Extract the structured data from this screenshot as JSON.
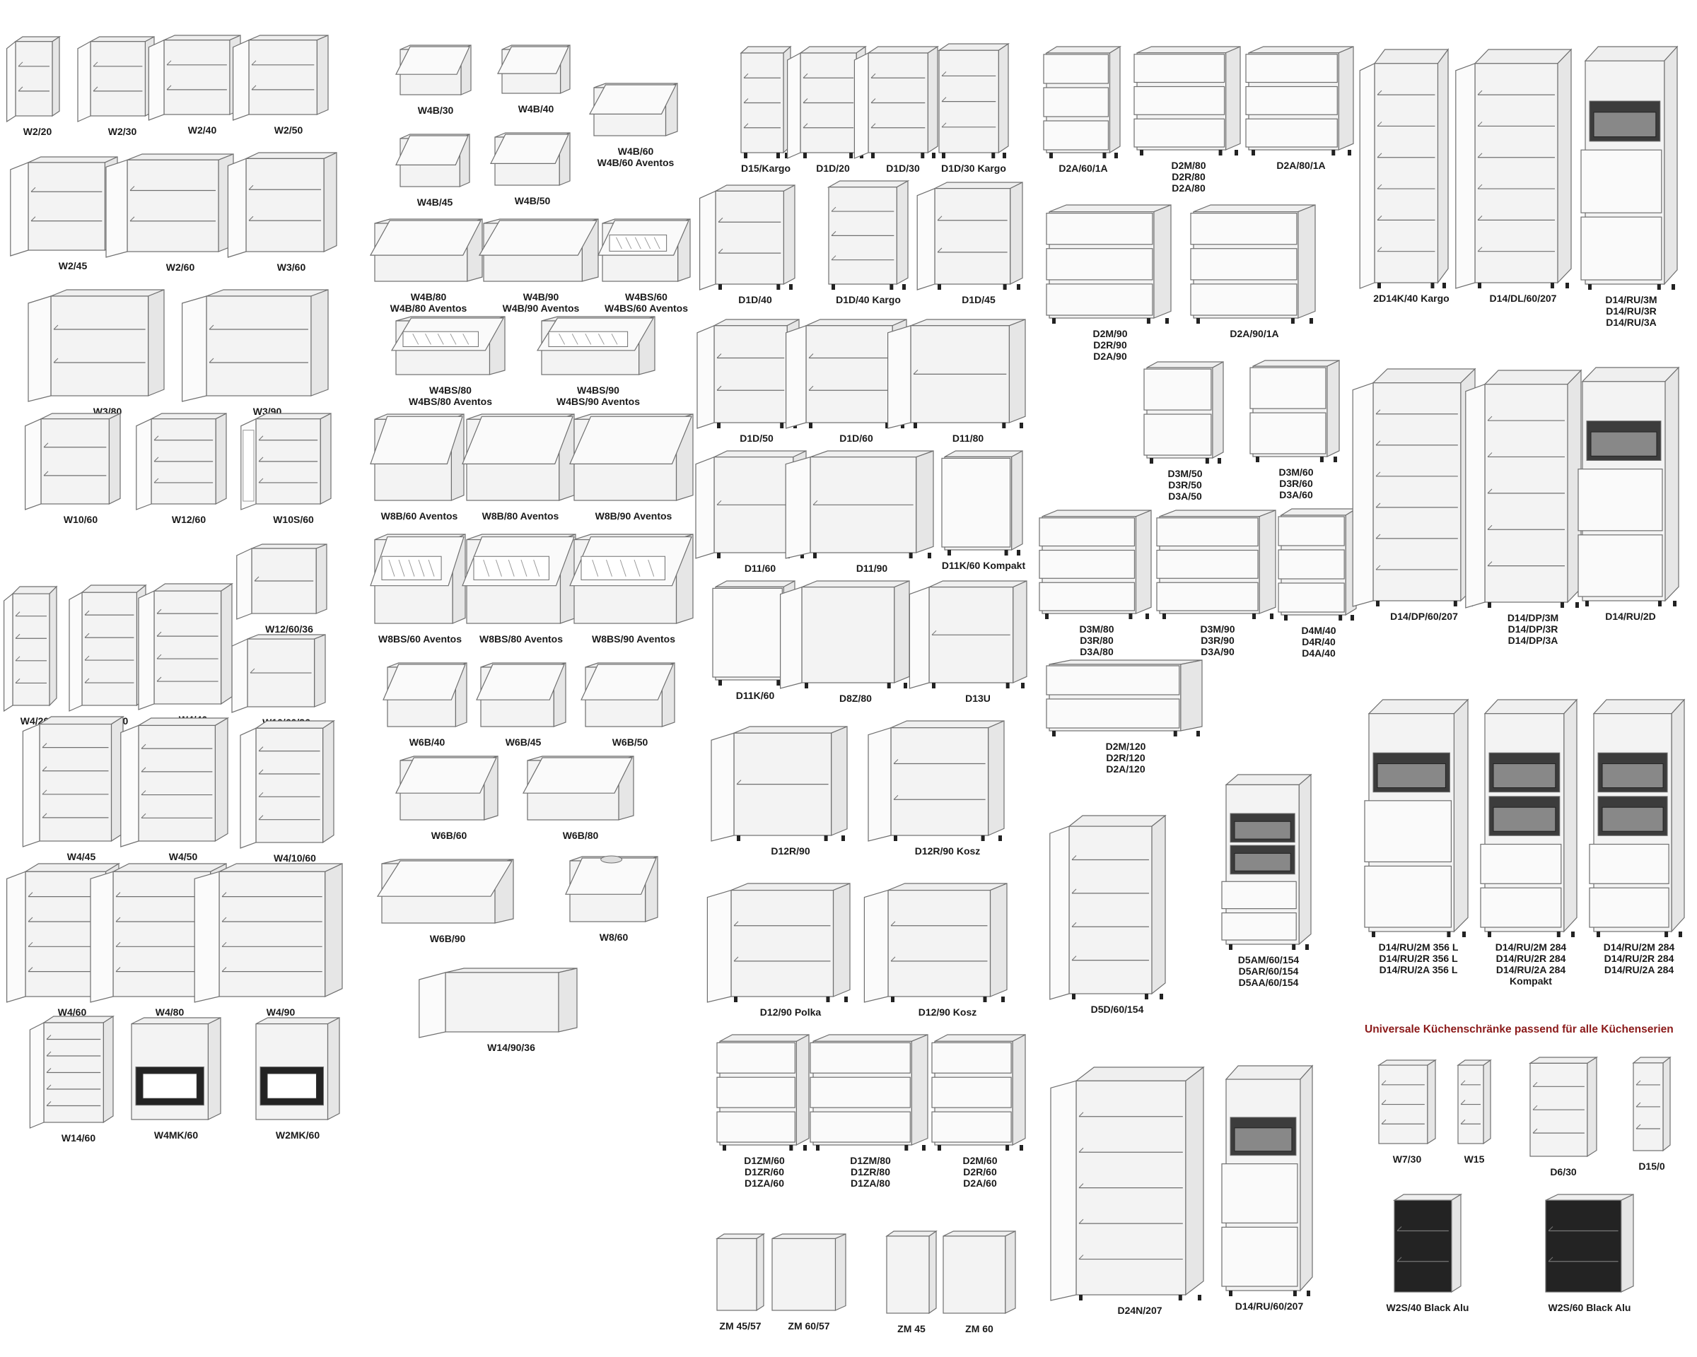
{
  "headline": "Universale Küchenschränke passend für alle Küchenserien",
  "colors": {
    "line": "#6f6f6f",
    "panel": "#f3f3f3",
    "side": "#e6e6e6",
    "top": "#efefef",
    "dark": "#232323",
    "oven": "#3c3c3c",
    "heading": "#8b1a1a"
  },
  "items": [
    {
      "id": "W2/20",
      "lines": [
        "W2/20"
      ],
      "kind": "wall-shelf"
    },
    {
      "id": "W2/30",
      "lines": [
        "W2/30"
      ],
      "kind": "wall-shelf"
    },
    {
      "id": "W2/40",
      "lines": [
        "W2/40"
      ],
      "kind": "wall-shelf"
    },
    {
      "id": "W2/50",
      "lines": [
        "W2/50"
      ],
      "kind": "wall-shelf"
    },
    {
      "id": "W2/45",
      "lines": [
        "W2/45"
      ],
      "kind": "wall-shelf"
    },
    {
      "id": "W2/60",
      "lines": [
        "W2/60"
      ],
      "kind": "wall-shelf"
    },
    {
      "id": "W3/60",
      "lines": [
        "W3/60"
      ],
      "kind": "wall-shelf"
    },
    {
      "id": "W3/80",
      "lines": [
        "W3/80"
      ],
      "kind": "wall-shelf"
    },
    {
      "id": "W3/90",
      "lines": [
        "W3/90"
      ],
      "kind": "wall-shelf"
    },
    {
      "id": "W10/60",
      "lines": [
        "W10/60"
      ],
      "kind": "corner"
    },
    {
      "id": "W12/60",
      "lines": [
        "W12/60"
      ],
      "kind": "corner"
    },
    {
      "id": "W10S/60",
      "lines": [
        "W10S/60"
      ],
      "kind": "corner"
    },
    {
      "id": "W12/60/36",
      "lines": [
        "W12/60/36"
      ],
      "kind": "corner"
    },
    {
      "id": "W10/60/36",
      "lines": [
        "W10/60/36"
      ],
      "kind": "corner"
    },
    {
      "id": "W4/20",
      "lines": [
        "W4/20"
      ],
      "kind": "wall-shelf"
    },
    {
      "id": "W4/30",
      "lines": [
        "W4/30"
      ],
      "kind": "wall-shelf"
    },
    {
      "id": "W4/40",
      "lines": [
        "W4/40"
      ],
      "kind": "wall-shelf"
    },
    {
      "id": "W4/45",
      "lines": [
        "W4/45"
      ],
      "kind": "wall-shelf"
    },
    {
      "id": "W4/50",
      "lines": [
        "W4/50"
      ],
      "kind": "wall-shelf"
    },
    {
      "id": "W4/10/60",
      "lines": [
        "W4/10/60"
      ],
      "kind": "corner"
    },
    {
      "id": "W4/60",
      "lines": [
        "W4/60"
      ],
      "kind": "wall-shelf"
    },
    {
      "id": "W4/80",
      "lines": [
        "W4/80"
      ],
      "kind": "wall-shelf"
    },
    {
      "id": "W4/90",
      "lines": [
        "W4/90"
      ],
      "kind": "wall-shelf"
    },
    {
      "id": "W14/60",
      "lines": [
        "W14/60"
      ],
      "kind": "corner"
    },
    {
      "id": "W4MK/60",
      "lines": [
        "W4MK/60"
      ],
      "kind": "microwave"
    },
    {
      "id": "W2MK/60",
      "lines": [
        "W2MK/60"
      ],
      "kind": "microwave"
    },
    {
      "id": "W4B/30",
      "lines": [
        "W4B/30"
      ],
      "kind": "flap"
    },
    {
      "id": "W4B/40",
      "lines": [
        "W4B/40"
      ],
      "kind": "flap"
    },
    {
      "id": "W4B/60",
      "lines": [
        "W4B/60",
        "W4B/60 Aventos"
      ],
      "kind": "flap"
    },
    {
      "id": "W4B/45",
      "lines": [
        "W4B/45"
      ],
      "kind": "flap"
    },
    {
      "id": "W4B/50",
      "lines": [
        "W4B/50"
      ],
      "kind": "flap"
    },
    {
      "id": "W4B/80",
      "lines": [
        "W4B/80",
        "W4B/80 Aventos"
      ],
      "kind": "flap"
    },
    {
      "id": "W4B/90",
      "lines": [
        "W4B/90",
        "W4B/90 Aventos"
      ],
      "kind": "flap"
    },
    {
      "id": "W4BS/60",
      "lines": [
        "W4BS/60",
        "W4BS/60 Aventos"
      ],
      "kind": "glass-flap"
    },
    {
      "id": "W4BS/80",
      "lines": [
        "W4BS/80",
        "W4BS/80 Aventos"
      ],
      "kind": "glass-flap"
    },
    {
      "id": "W4BS/90",
      "lines": [
        "W4BS/90",
        "W4BS/90 Aventos"
      ],
      "kind": "glass-flap"
    },
    {
      "id": "W8B/60",
      "lines": [
        "W8B/60 Aventos"
      ],
      "kind": "flap"
    },
    {
      "id": "W8B/80",
      "lines": [
        "W8B/80 Aventos"
      ],
      "kind": "flap"
    },
    {
      "id": "W8B/90",
      "lines": [
        "W8B/90 Aventos"
      ],
      "kind": "flap"
    },
    {
      "id": "W8BS/60",
      "lines": [
        "W8BS/60 Aventos"
      ],
      "kind": "glass-flap"
    },
    {
      "id": "W8BS/80",
      "lines": [
        "W8BS/80 Aventos"
      ],
      "kind": "glass-flap"
    },
    {
      "id": "W8BS/90",
      "lines": [
        "W8BS/90 Aventos"
      ],
      "kind": "glass-flap"
    },
    {
      "id": "W6B/40",
      "lines": [
        "W6B/40"
      ],
      "kind": "flap"
    },
    {
      "id": "W6B/45",
      "lines": [
        "W6B/45"
      ],
      "kind": "flap"
    },
    {
      "id": "W6B/50",
      "lines": [
        "W6B/50"
      ],
      "kind": "flap"
    },
    {
      "id": "W6B/60",
      "lines": [
        "W6B/60"
      ],
      "kind": "flap"
    },
    {
      "id": "W6B/80",
      "lines": [
        "W6B/80"
      ],
      "kind": "flap"
    },
    {
      "id": "W6B/90",
      "lines": [
        "W6B/90"
      ],
      "kind": "flap"
    },
    {
      "id": "W8/60",
      "lines": [
        "W8/60"
      ],
      "kind": "hood"
    },
    {
      "id": "W14/90/36",
      "lines": [
        "W14/90/36"
      ],
      "kind": "corner"
    },
    {
      "id": "D15/Kargo",
      "lines": [
        "D15/Kargo"
      ],
      "kind": "base-shelf"
    },
    {
      "id": "D1D/20",
      "lines": [
        "D1D/20"
      ],
      "kind": "base-shelf"
    },
    {
      "id": "D1D/30",
      "lines": [
        "D1D/30"
      ],
      "kind": "base-shelf"
    },
    {
      "id": "D1D/30 Kargo",
      "lines": [
        "D1D/30 Kargo"
      ],
      "kind": "base-shelf"
    },
    {
      "id": "D1D/40",
      "lines": [
        "D1D/40"
      ],
      "kind": "base-shelf"
    },
    {
      "id": "D1D/40 Kargo",
      "lines": [
        "D1D/40 Kargo"
      ],
      "kind": "base-shelf"
    },
    {
      "id": "D1D/45",
      "lines": [
        "D1D/45"
      ],
      "kind": "base-shelf"
    },
    {
      "id": "D1D/50",
      "lines": [
        "D1D/50"
      ],
      "kind": "base-shelf"
    },
    {
      "id": "D1D/60",
      "lines": [
        "D1D/60"
      ],
      "kind": "base-shelf"
    },
    {
      "id": "D11/80",
      "lines": [
        "D11/80"
      ],
      "kind": "base-shelf"
    },
    {
      "id": "D11/60",
      "lines": [
        "D11/60"
      ],
      "kind": "base-shelf"
    },
    {
      "id": "D11/90",
      "lines": [
        "D11/90"
      ],
      "kind": "base-shelf"
    },
    {
      "id": "D11K/60 Kompakt",
      "lines": [
        "D11K/60 Kompakt"
      ],
      "kind": "base-drawer"
    },
    {
      "id": "D11K/60",
      "lines": [
        "D11K/60"
      ],
      "kind": "base-drawer"
    },
    {
      "id": "D8Z/80",
      "lines": [
        "D8Z/80"
      ],
      "kind": "base-shelf"
    },
    {
      "id": "D13U",
      "lines": [
        "D13U"
      ],
      "kind": "base-shelf"
    },
    {
      "id": "D12R/90",
      "lines": [
        "D12R/90"
      ],
      "kind": "corner"
    },
    {
      "id": "D12R/90 Kosz",
      "lines": [
        "D12R/90 Kosz"
      ],
      "kind": "corner"
    },
    {
      "id": "D12/90 Polka",
      "lines": [
        "D12/90 Polka"
      ],
      "kind": "corner"
    },
    {
      "id": "D12/90 Kosz",
      "lines": [
        "D12/90 Kosz"
      ],
      "kind": "corner"
    },
    {
      "id": "D1ZM/60",
      "lines": [
        "D1ZM/60",
        "D1ZR/60",
        "D1ZA/60"
      ],
      "kind": "base-drawer"
    },
    {
      "id": "D1ZM/80",
      "lines": [
        "D1ZM/80",
        "D1ZR/80",
        "D1ZA/80"
      ],
      "kind": "base-drawer"
    },
    {
      "id": "D2M/60",
      "lines": [
        "D2M/60",
        "D2R/60",
        "D2A/60"
      ],
      "kind": "base-drawer"
    },
    {
      "id": "ZM 45/57",
      "lines": [
        "ZM 45/57"
      ],
      "kind": "panel"
    },
    {
      "id": "ZM 60/57",
      "lines": [
        "ZM 60/57"
      ],
      "kind": "panel"
    },
    {
      "id": "ZM 45",
      "lines": [
        "ZM 45"
      ],
      "kind": "panel"
    },
    {
      "id": "ZM 60",
      "lines": [
        "ZM 60"
      ],
      "kind": "panel"
    },
    {
      "id": "D2A/60/1A",
      "lines": [
        "D2A/60/1A"
      ],
      "kind": "base-drawer"
    },
    {
      "id": "D2M/80",
      "lines": [
        "D2M/80",
        "D2R/80",
        "D2A/80"
      ],
      "kind": "base-drawer"
    },
    {
      "id": "D2A/80/1A",
      "lines": [
        "D2A/80/1A"
      ],
      "kind": "base-drawer"
    },
    {
      "id": "D2M/90",
      "lines": [
        "D2M/90",
        "D2R/90",
        "D2A/90"
      ],
      "kind": "base-drawer"
    },
    {
      "id": "D2A/90/1A",
      "lines": [
        "D2A/90/1A"
      ],
      "kind": "base-drawer"
    },
    {
      "id": "D3M/50",
      "lines": [
        "D3M/50",
        "D3R/50",
        "D3A/50"
      ],
      "kind": "base-drawer"
    },
    {
      "id": "D3M/60",
      "lines": [
        "D3M/60",
        "D3R/60",
        "D3A/60"
      ],
      "kind": "base-drawer"
    },
    {
      "id": "D3M/80",
      "lines": [
        "D3M/80",
        "D3R/80",
        "D3A/80"
      ],
      "kind": "base-drawer"
    },
    {
      "id": "D3M/90",
      "lines": [
        "D3M/90",
        "D3R/90",
        "D3A/90"
      ],
      "kind": "base-drawer"
    },
    {
      "id": "D4M/40",
      "lines": [
        "D4M/40",
        "D4R/40",
        "D4A/40"
      ],
      "kind": "base-drawer"
    },
    {
      "id": "D2M/120",
      "lines": [
        "D2M/120",
        "D2R/120",
        "D2A/120"
      ],
      "kind": "base-drawer"
    },
    {
      "id": "D5D/60/154",
      "lines": [
        "D5D/60/154"
      ],
      "kind": "tall-shelf"
    },
    {
      "id": "D5AM/60/154",
      "lines": [
        "D5AM/60/154",
        "D5AR/60/154",
        "D5AA/60/154"
      ],
      "kind": "oven"
    },
    {
      "id": "D24N/207",
      "lines": [
        "D24N/207"
      ],
      "kind": "corner"
    },
    {
      "id": "D14/RU/60/207",
      "lines": [
        "D14/RU/60/207"
      ],
      "kind": "oven"
    },
    {
      "id": "2D14K/40 Kargo",
      "lines": [
        "2D14K/40 Kargo"
      ],
      "kind": "tall-shelf"
    },
    {
      "id": "D14/DL/60/207",
      "lines": [
        "D14/DL/60/207"
      ],
      "kind": "tall-shelf"
    },
    {
      "id": "D14/RU/3M",
      "lines": [
        "D14/RU/3M",
        "D14/RU/3R",
        "D14/RU/3A"
      ],
      "kind": "oven"
    },
    {
      "id": "D14/DP/60/207",
      "lines": [
        "D14/DP/60/207"
      ],
      "kind": "tall-shelf"
    },
    {
      "id": "D14/DP/3M",
      "lines": [
        "D14/DP/3M",
        "D14/DP/3R",
        "D14/DP/3A"
      ],
      "kind": "tall-shelf"
    },
    {
      "id": "D14/RU/2D",
      "lines": [
        "D14/RU/2D"
      ],
      "kind": "oven"
    },
    {
      "id": "D14/RU/2M 356 L",
      "lines": [
        "D14/RU/2M 356 L",
        "D14/RU/2R 356 L",
        "D14/RU/2A 356 L"
      ],
      "kind": "oven"
    },
    {
      "id": "D14/RU/2M 284 K",
      "lines": [
        "D14/RU/2M 284",
        "D14/RU/2R 284",
        "D14/RU/2A 284",
        "Kompakt"
      ],
      "kind": "oven"
    },
    {
      "id": "D14/RU/2M 284",
      "lines": [
        "D14/RU/2M 284",
        "D14/RU/2R 284",
        "D14/RU/2A 284"
      ],
      "kind": "oven"
    },
    {
      "id": "W7/30",
      "lines": [
        "W7/30"
      ],
      "kind": "open-shelf"
    },
    {
      "id": "W15",
      "lines": [
        "W15"
      ],
      "kind": "open-shelf"
    },
    {
      "id": "D6/30",
      "lines": [
        "D6/30"
      ],
      "kind": "open-shelf"
    },
    {
      "id": "D15/0",
      "lines": [
        "D15/0"
      ],
      "kind": "open-shelf"
    },
    {
      "id": "W2S/40 Black Alu",
      "lines": [
        "W2S/40 Black Alu"
      ],
      "kind": "black-glass"
    },
    {
      "id": "W2S/60 Black Alu",
      "lines": [
        "W2S/60 Black Alu"
      ],
      "kind": "black-glass"
    }
  ]
}
